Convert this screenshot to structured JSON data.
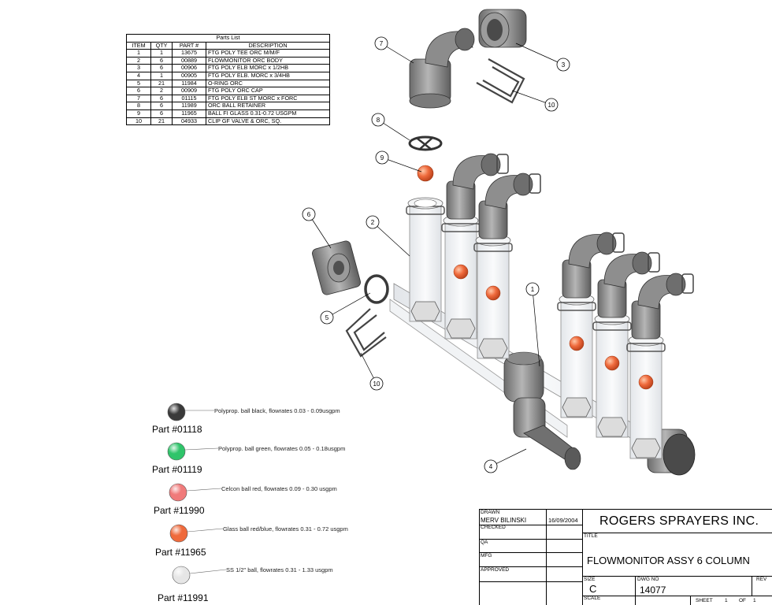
{
  "parts_list": {
    "caption": "Parts List",
    "headers": [
      "ITEM",
      "QTY",
      "PART #",
      "DESCRIPTION"
    ],
    "rows": [
      [
        "1",
        "1",
        "13675",
        "FTG POLY TEE ORC M/M/F"
      ],
      [
        "2",
        "6",
        "00889",
        "FLOWMONITOR ORC BODY"
      ],
      [
        "3",
        "6",
        "00906",
        "FTG POLY ELB MORC x 1/2HB"
      ],
      [
        "4",
        "1",
        "00905",
        "FTG POLY ELB. MORC x 3/4HB"
      ],
      [
        "5",
        "21",
        "11984",
        "O-RING ORC"
      ],
      [
        "6",
        "2",
        "00909",
        "FTG POLY ORC CAP"
      ],
      [
        "7",
        "6",
        "01115",
        "FTG POLY ELB ST MORC x FORC"
      ],
      [
        "8",
        "6",
        "11989",
        "ORC BALL RETAINER"
      ],
      [
        "9",
        "6",
        "11965",
        "BALL FI GLASS 0.31-0.72 USGPM"
      ],
      [
        "10",
        "21",
        "04933",
        "CLIP GF VALVE & ORC, SQ."
      ]
    ]
  },
  "callouts": [
    "1",
    "2",
    "3",
    "4",
    "5",
    "6",
    "7",
    "8",
    "9",
    "10",
    "10"
  ],
  "balls": [
    {
      "part": "Part #01118",
      "desc": "Polyprop. ball black, flowrates 0.03 - 0.09usgpm",
      "color": "#3a3a3a"
    },
    {
      "part": "Part #01119",
      "desc": "Polyprop. ball green, flowrates 0.05 - 0.18usgpm",
      "color": "#2fc46a"
    },
    {
      "part": "Part #11990",
      "desc": "Celcon ball red, flowrates 0.09 - 0.30 usgpm",
      "color": "#f07a7a"
    },
    {
      "part": "Part #11965",
      "desc": "Glass ball red/blue, flowrates 0.31 - 0.72 usgpm",
      "color": "#ef6a3c"
    },
    {
      "part": "Part #11991",
      "desc": "SS 1/2\" ball, flowrates 0.31 - 1.33 usgpm",
      "color": "#e6e6e6"
    }
  ],
  "title_block": {
    "drawn_label": "DRAWN",
    "drawn_name": "MERV BILINSKI",
    "drawn_date": "16/09/2004",
    "checked_label": "CHECKED",
    "qa_label": "QA",
    "mfg_label": "MFG",
    "approved_label": "APPROVED",
    "company": "ROGERS SPRAYERS INC.",
    "title_label": "TITLE",
    "title": "FLOWMONITOR ASSY 6 COLUMN",
    "size_label": "SIZE",
    "size": "C",
    "dwg_label": "DWG NO",
    "dwg_no": "14077",
    "rev_label": "REV",
    "scale_label": "SCALE",
    "sheet_label": "SHEET",
    "sheet_no": "1",
    "of_label": "OF",
    "sheet_total": "1"
  },
  "colors": {
    "fitting_dark": "#555555",
    "fitting_mid": "#8a8a8a",
    "fitting_light": "#c8c8c8",
    "glass": "#eef0f2",
    "ball_orange": "#ef6a3c"
  }
}
